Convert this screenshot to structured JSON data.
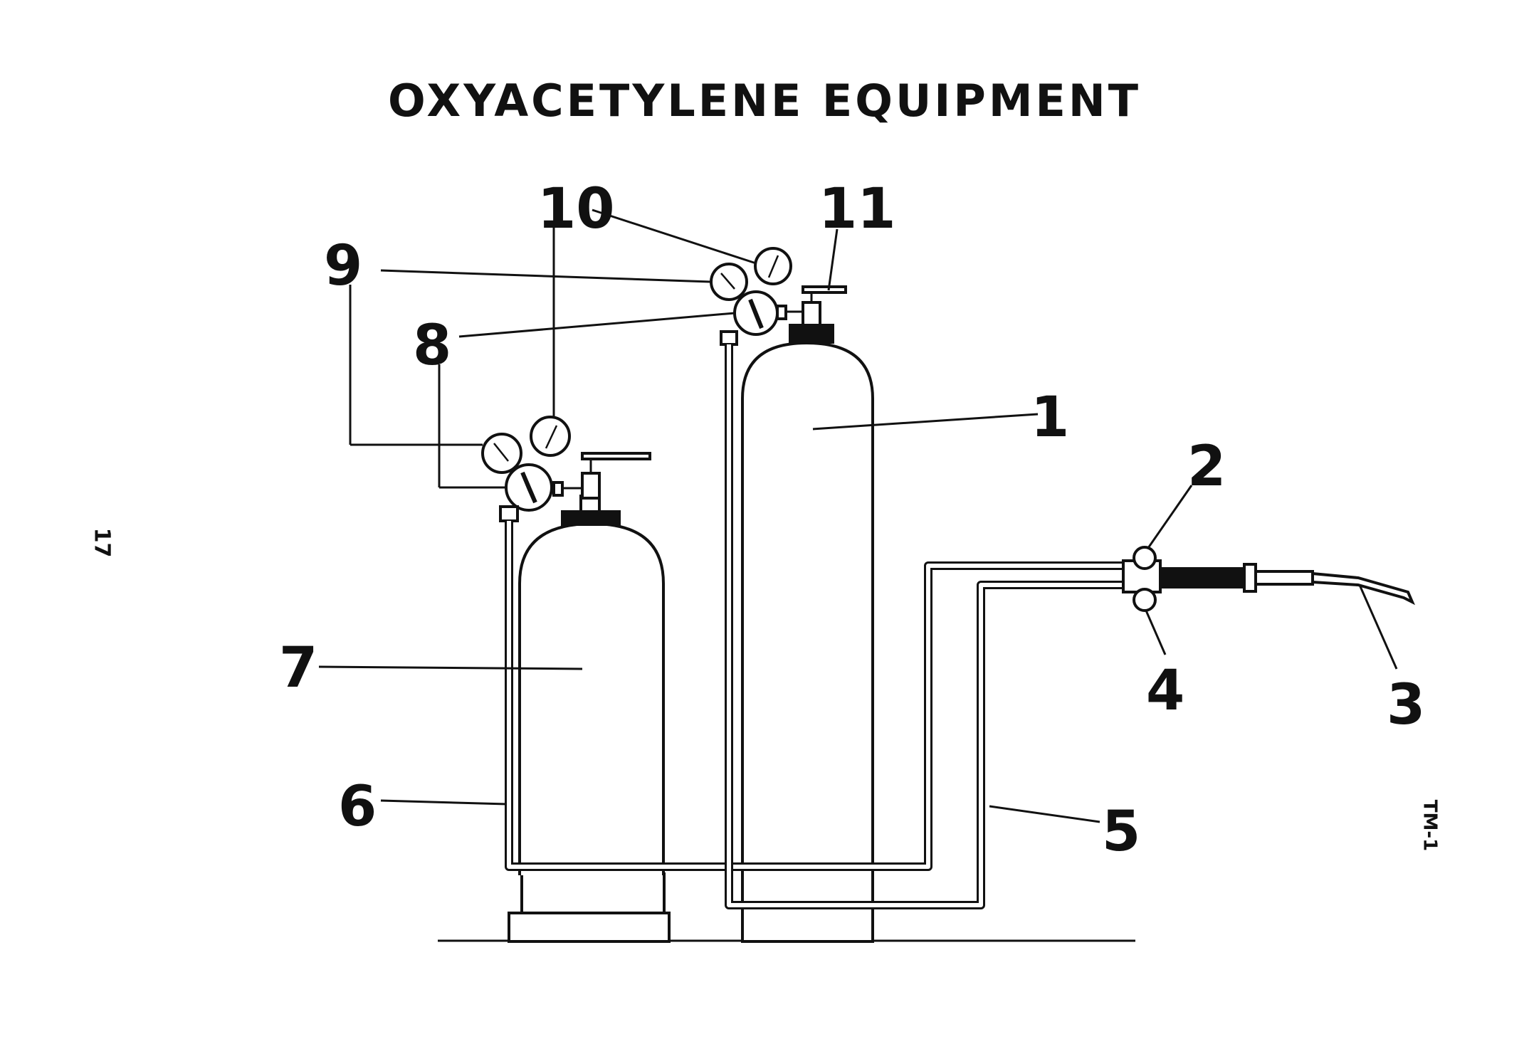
{
  "diagram": {
    "title": "OXYACETYLENE EQUIPMENT",
    "page_number": "17",
    "figure_code": "TM-1",
    "callouts": {
      "n1": "1",
      "n2": "2",
      "n3": "3",
      "n4": "4",
      "n5": "5",
      "n6": "6",
      "n7": "7",
      "n8_left": "8",
      "n8_right": "8",
      "n9_left": "9",
      "n9_right": "9",
      "n10_left": "10",
      "n10_right": "10",
      "n11": "11"
    }
  }
}
